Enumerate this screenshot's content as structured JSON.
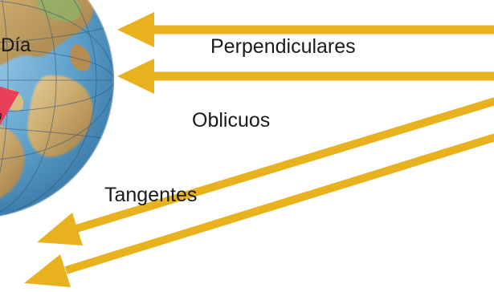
{
  "globe": {
    "day_label": "Día",
    "night_label_partial": "on"
  },
  "rays": {
    "perpendiculares": "Perpendiculares",
    "oblicuos": "Oblicuos",
    "tangentes": "Tangentes"
  },
  "colors": {
    "arrow": "#e8b21e",
    "ocean": "#5b9ec9",
    "land": "#c9a76a",
    "marker": "#e8405a",
    "grid": "#2e4f7a",
    "text": "#1a1a1a"
  }
}
